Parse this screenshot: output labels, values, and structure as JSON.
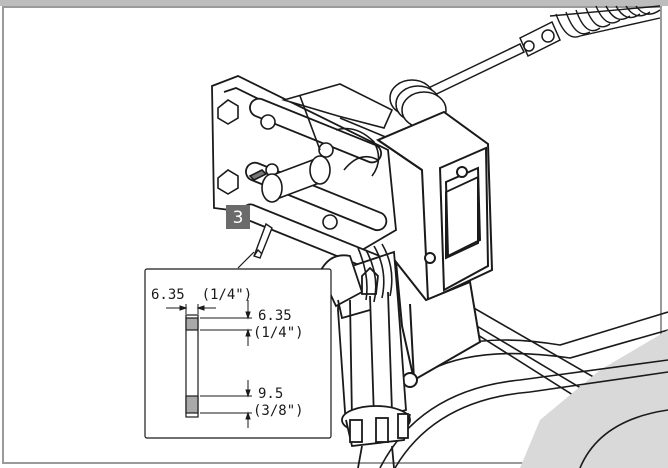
{
  "step_badge": {
    "number": "3"
  },
  "detail": {
    "top_dim": "6.35  (1/4\")",
    "first_dim_mm": "6.35",
    "first_dim_in": "(1/4\")",
    "second_dim_mm": "9.5",
    "second_dim_in": "(3/8\")"
  },
  "colors": {
    "line": "#1a1a1a",
    "badge": "#6b6b6b",
    "key_fill": "#a9a9a9",
    "floor": "#d9d9d9",
    "frame": "#9a9a9a"
  }
}
